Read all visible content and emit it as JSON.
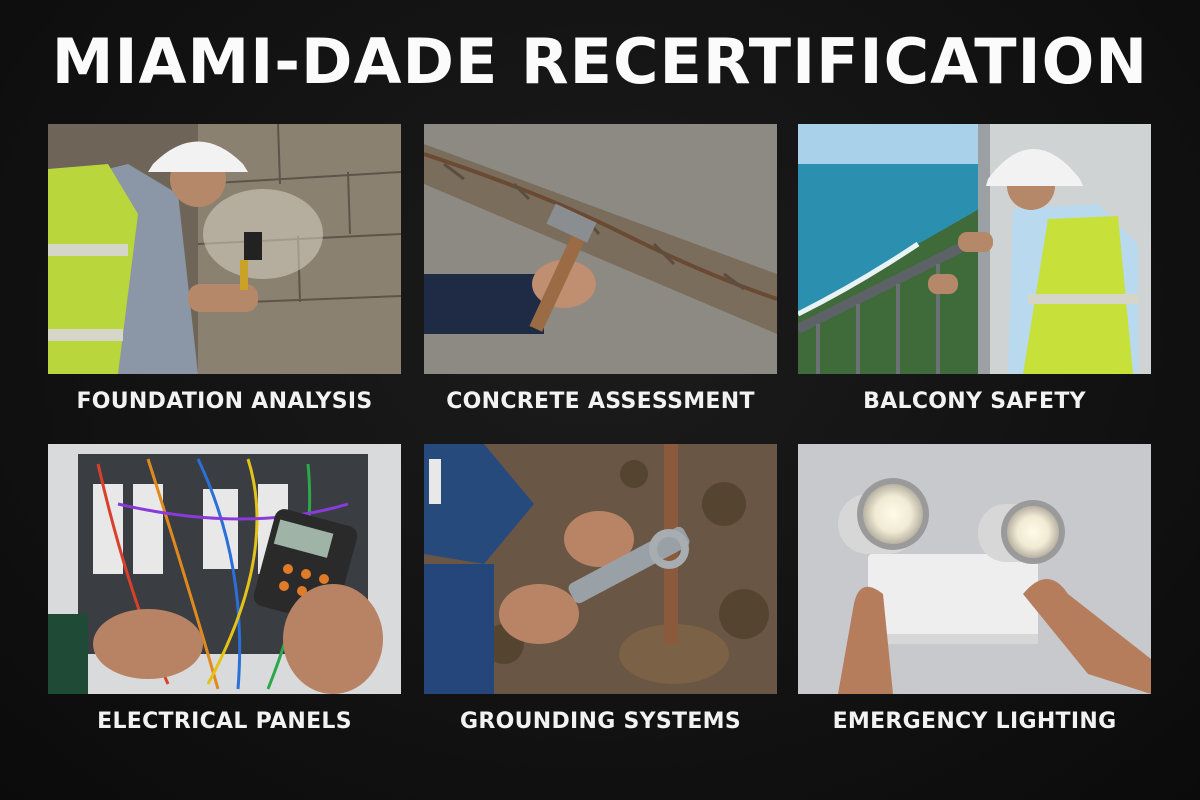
{
  "title": "MIAMI-DADE RECERTIFICATION",
  "tiles": [
    {
      "label": "FOUNDATION ANALYSIS",
      "photo": "inspector-with-flashlight-at-foundation-wall"
    },
    {
      "label": "CONCRETE ASSESSMENT",
      "photo": "hammer-testing-cracked-concrete-with-exposed-rebar"
    },
    {
      "label": "BALCONY SAFETY",
      "photo": "inspector-at-balcony-railing-over-ocean"
    },
    {
      "label": "ELECTRICAL PANELS",
      "photo": "multimeter-testing-electrical-panel"
    },
    {
      "label": "GROUNDING SYSTEMS",
      "photo": "wrench-on-grounding-rod-in-soil"
    },
    {
      "label": "EMERGENCY LIGHTING",
      "photo": "hands-holding-twin-head-emergency-light"
    }
  ],
  "colors": {
    "background": "#111111",
    "text": "#f5f5f5",
    "safety_vest": "#c8e03a"
  }
}
